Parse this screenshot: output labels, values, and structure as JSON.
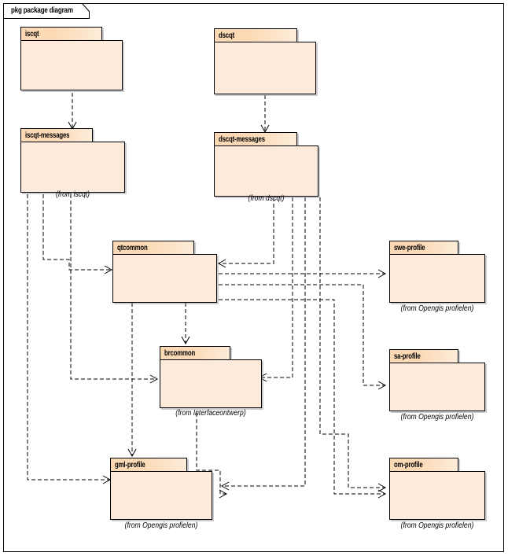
{
  "diagram": {
    "frame_label": "pkg package diagram",
    "type": "uml-package-diagram",
    "background": "#ffffff",
    "package_header_color": "#fbd9b4",
    "package_body_color": "#fdeada",
    "border_color": "#000000",
    "edge_style": "dashed-dependency-arrow"
  },
  "packages": [
    {
      "id": "iscqt",
      "name": "iscqt",
      "from": ""
    },
    {
      "id": "dscqt",
      "name": "dscqt",
      "from": ""
    },
    {
      "id": "iscqt-messages",
      "name": "iscqt-messages",
      "from": "(from iscqt)"
    },
    {
      "id": "dscqt-messages",
      "name": "dscqt-messages",
      "from": "(from dscqt)"
    },
    {
      "id": "qtcommon",
      "name": "qtcommon",
      "from": ""
    },
    {
      "id": "brcommon",
      "name": "brcommon",
      "from": "(from Interfaceontwerp)"
    },
    {
      "id": "swe-profile",
      "name": "swe-profile",
      "from": "(from Opengis profielen)"
    },
    {
      "id": "sa-profile",
      "name": "sa-profile",
      "from": "(from Opengis profielen)"
    },
    {
      "id": "gml-profile",
      "name": "gml-profile",
      "from": "(from Opengis profielen)"
    },
    {
      "id": "om-profile",
      "name": "om-profile",
      "from": "(from Opengis profielen)"
    }
  ],
  "dependencies": [
    {
      "from": "iscqt",
      "to": "iscqt-messages"
    },
    {
      "from": "dscqt",
      "to": "dscqt-messages"
    },
    {
      "from": "iscqt-messages",
      "to": "qtcommon"
    },
    {
      "from": "iscqt-messages",
      "to": "brcommon"
    },
    {
      "from": "iscqt-messages",
      "to": "gml-profile"
    },
    {
      "from": "dscqt-messages",
      "to": "qtcommon"
    },
    {
      "from": "dscqt-messages",
      "to": "brcommon"
    },
    {
      "from": "dscqt-messages",
      "to": "gml-profile"
    },
    {
      "from": "dscqt-messages",
      "to": "om-profile"
    },
    {
      "from": "qtcommon",
      "to": "brcommon"
    },
    {
      "from": "qtcommon",
      "to": "gml-profile"
    },
    {
      "from": "qtcommon",
      "to": "swe-profile"
    },
    {
      "from": "qtcommon",
      "to": "sa-profile"
    },
    {
      "from": "qtcommon",
      "to": "om-profile"
    },
    {
      "from": "brcommon",
      "to": "gml-profile"
    }
  ]
}
